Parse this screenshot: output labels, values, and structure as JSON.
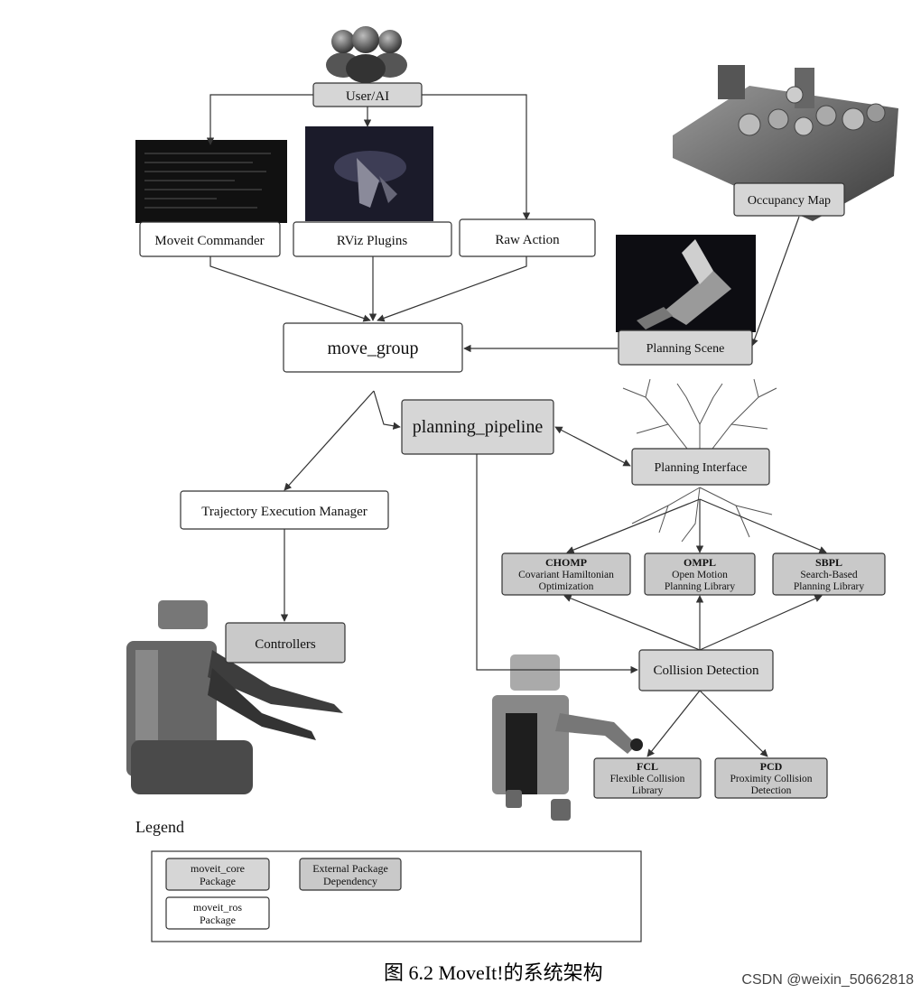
{
  "nodes": {
    "user_ai": "User/AI",
    "moveit_commander": "Moveit Commander",
    "rviz_plugins": "RViz Plugins",
    "raw_action": "Raw Action",
    "occupancy_map": "Occupancy Map",
    "planning_scene": "Planning Scene",
    "move_group": "move_group",
    "planning_pipeline": "planning_pipeline",
    "planning_interface": "Planning Interface",
    "trajectory_execution_manager": "Trajectory Execution Manager",
    "controllers": "Controllers",
    "chomp": {
      "title": "CHOMP",
      "line1": "Covariant Hamiltonian",
      "line2": "Optimization"
    },
    "ompl": {
      "title": "OMPL",
      "line1": "Open Motion",
      "line2": "Planning Library"
    },
    "sbpl": {
      "title": "SBPL",
      "line1": "Search-Based",
      "line2": "Planning Library"
    },
    "collision_detection": "Collision Detection",
    "fcl": {
      "title": "FCL",
      "line1": "Flexible Collision",
      "line2": "Library"
    },
    "pcd": {
      "title": "PCD",
      "line1": "Proximity Collision",
      "line2": "Detection"
    }
  },
  "legend": {
    "title": "Legend",
    "core": {
      "line1": "moveit_core",
      "line2": "Package"
    },
    "external": {
      "line1": "External Package",
      "line2": "Dependency"
    },
    "ros": {
      "line1": "moveit_ros",
      "line2": "Package"
    }
  },
  "caption": "图 6.2   MoveIt!的系统架构",
  "watermark": "CSDN @weixin_50662818",
  "colors": {
    "core_fill": "#d6d6d6",
    "ros_fill": "#ffffff",
    "external_fill": "#c9c9c9"
  }
}
